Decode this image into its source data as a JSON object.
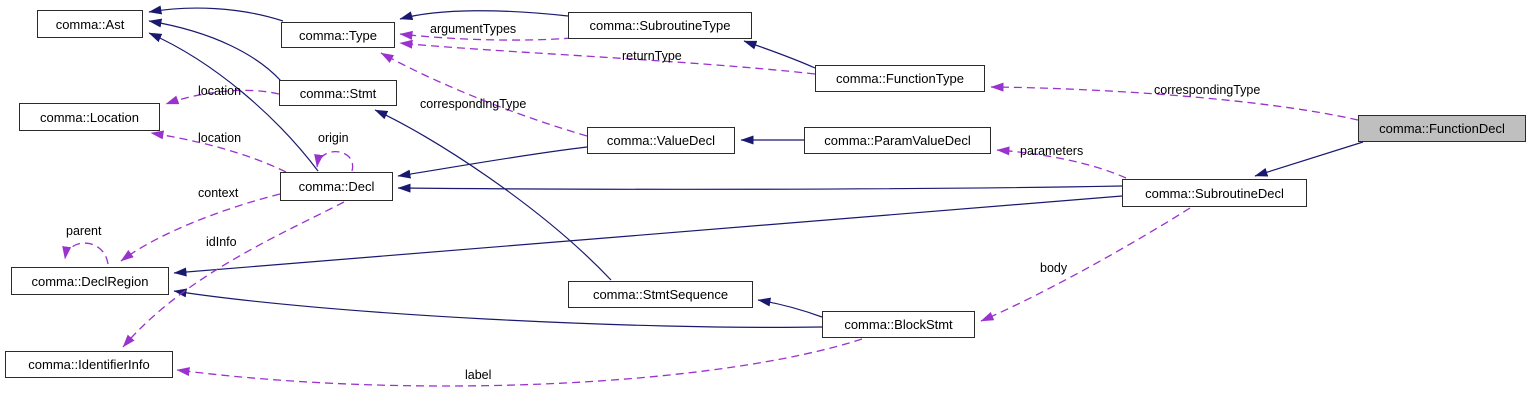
{
  "diagram": {
    "kind": "collaboration-graph",
    "colors": {
      "inheritance_edge": "#191970",
      "usage_edge": "#9a32cd",
      "node_border": "#2b2b2b",
      "node_fill": "#ffffff",
      "highlight_fill": "#bfbfbf"
    },
    "nodes": [
      {
        "id": "ast",
        "label": "comma::Ast",
        "highlighted": false
      },
      {
        "id": "location",
        "label": "comma::Location",
        "highlighted": false
      },
      {
        "id": "type",
        "label": "comma::Type",
        "highlighted": false
      },
      {
        "id": "stmt",
        "label": "comma::Stmt",
        "highlighted": false
      },
      {
        "id": "subroutineType",
        "label": "comma::SubroutineType",
        "highlighted": false
      },
      {
        "id": "functionType",
        "label": "comma::FunctionType",
        "highlighted": false
      },
      {
        "id": "valueDecl",
        "label": "comma::ValueDecl",
        "highlighted": false
      },
      {
        "id": "paramValueDecl",
        "label": "comma::ParamValueDecl",
        "highlighted": false
      },
      {
        "id": "functionDecl",
        "label": "comma::FunctionDecl",
        "highlighted": true
      },
      {
        "id": "decl",
        "label": "comma::Decl",
        "highlighted": false
      },
      {
        "id": "subroutineDecl",
        "label": "comma::SubroutineDecl",
        "highlighted": false
      },
      {
        "id": "declRegion",
        "label": "comma::DeclRegion",
        "highlighted": false
      },
      {
        "id": "stmtSequence",
        "label": "comma::StmtSequence",
        "highlighted": false
      },
      {
        "id": "blockStmt",
        "label": "comma::BlockStmt",
        "highlighted": false
      },
      {
        "id": "identifierInfo",
        "label": "comma::IdentifierInfo",
        "highlighted": false
      }
    ],
    "edges": [
      {
        "from": "type",
        "to": "ast",
        "kind": "inheritance",
        "label": ""
      },
      {
        "from": "stmt",
        "to": "ast",
        "kind": "inheritance",
        "label": ""
      },
      {
        "from": "decl",
        "to": "ast",
        "kind": "inheritance",
        "label": ""
      },
      {
        "from": "subroutineType",
        "to": "type",
        "kind": "inheritance",
        "label": ""
      },
      {
        "from": "functionType",
        "to": "subroutineType",
        "kind": "inheritance",
        "label": ""
      },
      {
        "from": "paramValueDecl",
        "to": "valueDecl",
        "kind": "inheritance",
        "label": ""
      },
      {
        "from": "valueDecl",
        "to": "decl",
        "kind": "inheritance",
        "label": ""
      },
      {
        "from": "subroutineDecl",
        "to": "decl",
        "kind": "inheritance",
        "label": ""
      },
      {
        "from": "subroutineDecl",
        "to": "declRegion",
        "kind": "inheritance",
        "label": ""
      },
      {
        "from": "functionDecl",
        "to": "subroutineDecl",
        "kind": "inheritance",
        "label": ""
      },
      {
        "from": "stmtSequence",
        "to": "stmt",
        "kind": "inheritance",
        "label": ""
      },
      {
        "from": "blockStmt",
        "to": "stmtSequence",
        "kind": "inheritance",
        "label": ""
      },
      {
        "from": "blockStmt",
        "to": "declRegion",
        "kind": "inheritance",
        "label": ""
      },
      {
        "from": "stmt",
        "to": "location",
        "kind": "usage",
        "label": "location"
      },
      {
        "from": "decl",
        "to": "location",
        "kind": "usage",
        "label": "location"
      },
      {
        "from": "decl",
        "to": "decl",
        "kind": "usage",
        "label": "origin"
      },
      {
        "from": "decl",
        "to": "declRegion",
        "kind": "usage",
        "label": "context"
      },
      {
        "from": "decl",
        "to": "identifierInfo",
        "kind": "usage",
        "label": "idInfo"
      },
      {
        "from": "declRegion",
        "to": "declRegion",
        "kind": "usage",
        "label": "parent"
      },
      {
        "from": "subroutineType",
        "to": "type",
        "kind": "usage",
        "label": "argumentTypes"
      },
      {
        "from": "functionType",
        "to": "type",
        "kind": "usage",
        "label": "returnType"
      },
      {
        "from": "valueDecl",
        "to": "type",
        "kind": "usage",
        "label": "correspondingType"
      },
      {
        "from": "functionDecl",
        "to": "functionType",
        "kind": "usage",
        "label": "correspondingType"
      },
      {
        "from": "subroutineDecl",
        "to": "paramValueDecl",
        "kind": "usage",
        "label": "parameters"
      },
      {
        "from": "subroutineDecl",
        "to": "blockStmt",
        "kind": "usage",
        "label": "body"
      },
      {
        "from": "blockStmt",
        "to": "identifierInfo",
        "kind": "usage",
        "label": "label"
      }
    ]
  }
}
